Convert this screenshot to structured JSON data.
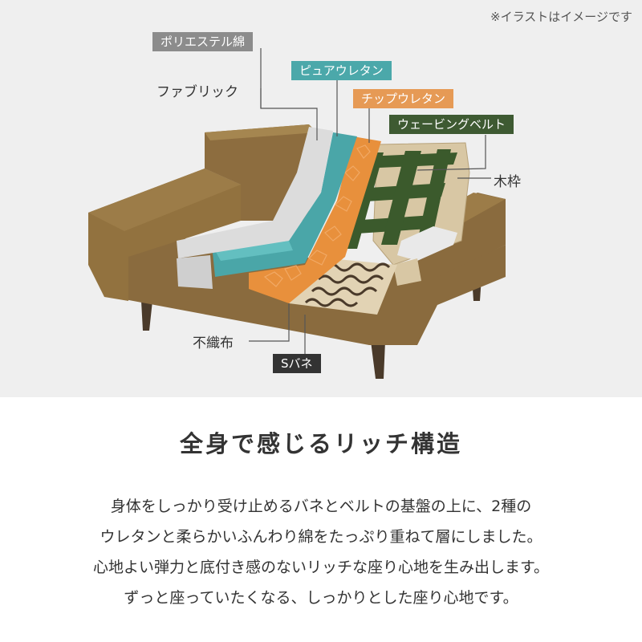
{
  "colors": {
    "fabric": "#8a6b3e",
    "polyester": "#dcdcdc",
    "pure_urethane": "#4aa6a8",
    "chip_urethane": "#e8903c",
    "webbing": "#3b5a2c",
    "frame": "#d8c7a4",
    "tag_polyester": "#8c8c8c",
    "tag_pure_urethane": "#4ba8aa",
    "tag_chip_urethane": "#e69a55",
    "tag_webbing": "#3e5a32",
    "tag_sbane": "#333333"
  },
  "illustration": {
    "note": "※イラストはイメージです",
    "labels": {
      "polyester": "ポリエステル綿",
      "fabric": "ファブリック",
      "pure_urethane": "ピュアウレタン",
      "chip_urethane": "チップウレタン",
      "webbing_belt": "ウェービングベルト",
      "wood_frame": "木枠",
      "nonwoven": "不織布",
      "s_spring": "Sバネ"
    }
  },
  "heading": "全身で感じるリッチ構造",
  "body_lines": [
    "身体をしっかり受け止めるバネとベルトの基盤の上に、2種の",
    "ウレタンと柔らかいふんわり綿をたっぷり重ねて層にしました。",
    "心地よい弾力と底付き感のないリッチな座り心地を生み出します。",
    "ずっと座っていたくなる、しっかりとした座り心地です。"
  ]
}
